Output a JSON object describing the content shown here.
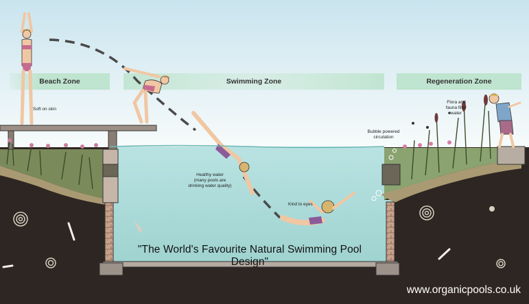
{
  "zones": {
    "beach": "Beach Zone",
    "swimming": "Swimming Zone",
    "regeneration": "Regeneration Zone"
  },
  "notes": {
    "soft_on_skin": "Soft on skin",
    "healthy_water_1": "Healthy water",
    "healthy_water_2": "(many pools are",
    "healthy_water_3": "drinking water quality)",
    "kind_to_eyes": "Kind to eyes",
    "bubble_1": "Bubble powered",
    "bubble_2": "circulation",
    "flora_1": "Flora and",
    "flora_2": "fauna filter",
    "flora_3": "water"
  },
  "tagline": "\"The World's Favourite Natural Swimming Pool Design\"",
  "website": "www.organicpools.co.uk",
  "colors": {
    "sky_top": "#cfe6ef",
    "water": "#a9d9d8",
    "soil": "#2e2622",
    "zone_band": "#bfe4cf",
    "deck": "#9c8f86"
  }
}
